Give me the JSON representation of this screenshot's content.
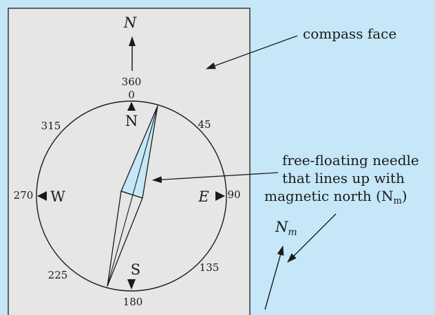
{
  "labels": {
    "top_north": "N",
    "compass_face": "compass face",
    "deg_360": "360",
    "deg_0": "0",
    "deg_45": "45",
    "deg_90": "90",
    "deg_135": "135",
    "deg_180": "180",
    "deg_225": "225",
    "deg_270": "270",
    "deg_315": "315",
    "card_n": "N",
    "card_e": "E",
    "card_s": "S",
    "card_w": "W",
    "needle_note_line1": "free-floating needle",
    "needle_note_line2": "that lines up with",
    "needle_note_line3": "magnetic north (N",
    "needle_note_sub": "m",
    "needle_note_close": ")",
    "mag_north": "N",
    "mag_north_sub": "m"
  },
  "colors": {
    "background": "#c5e7f7",
    "card": "#e6e6e6",
    "needle_fill": "#c5e7f7",
    "ink": "#1a1a1a"
  }
}
